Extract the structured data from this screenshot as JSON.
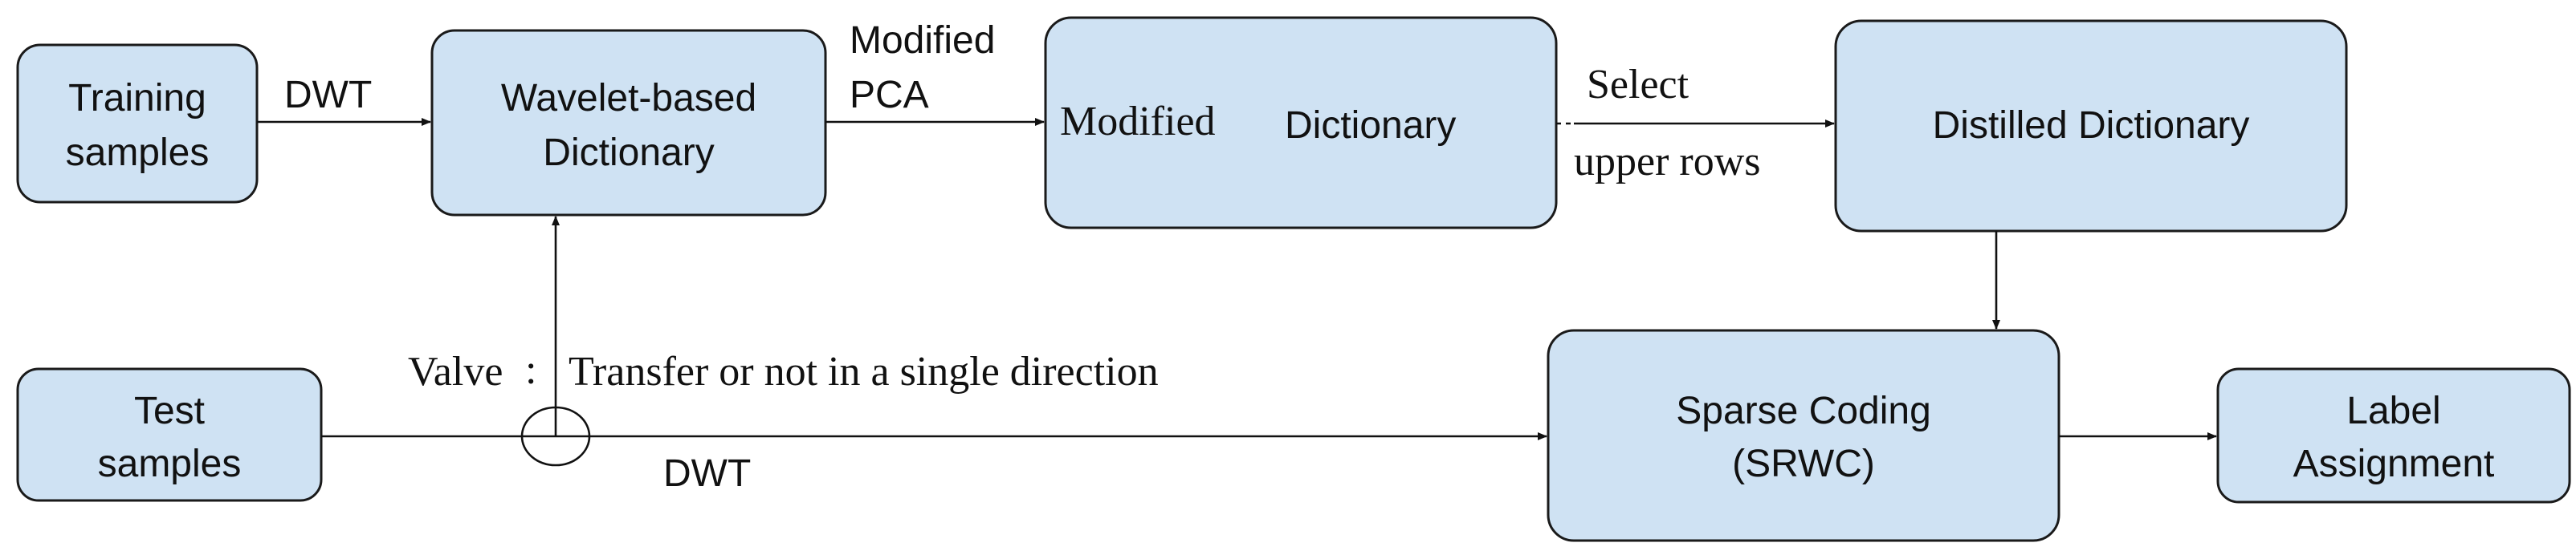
{
  "nodes": {
    "training": {
      "lines": [
        "Training",
        "samples"
      ]
    },
    "wavelet": {
      "lines": [
        "Wavelet-based",
        "Dictionary"
      ]
    },
    "modified": {
      "part1": "Modified",
      "part2": "Dictionary"
    },
    "distilled": {
      "label": "Distilled Dictionary"
    },
    "test": {
      "lines": [
        "Test",
        "samples"
      ]
    },
    "sparse": {
      "lines": [
        "Sparse Coding",
        "(SRWC)"
      ]
    },
    "label": {
      "lines": [
        "Label",
        "Assignment"
      ]
    }
  },
  "edges": {
    "dwt_top": "DWT",
    "modified_pca": [
      "Modified",
      "PCA"
    ],
    "select": [
      "Select",
      "upper rows"
    ],
    "dwt_bottom": "DWT",
    "valve_label": "Valve",
    "valve_colon": ":",
    "valve_desc": "Transfer or not in a single direction"
  },
  "colors": {
    "box_fill": "#cfe2f3",
    "stroke": "#1a1a1a"
  }
}
